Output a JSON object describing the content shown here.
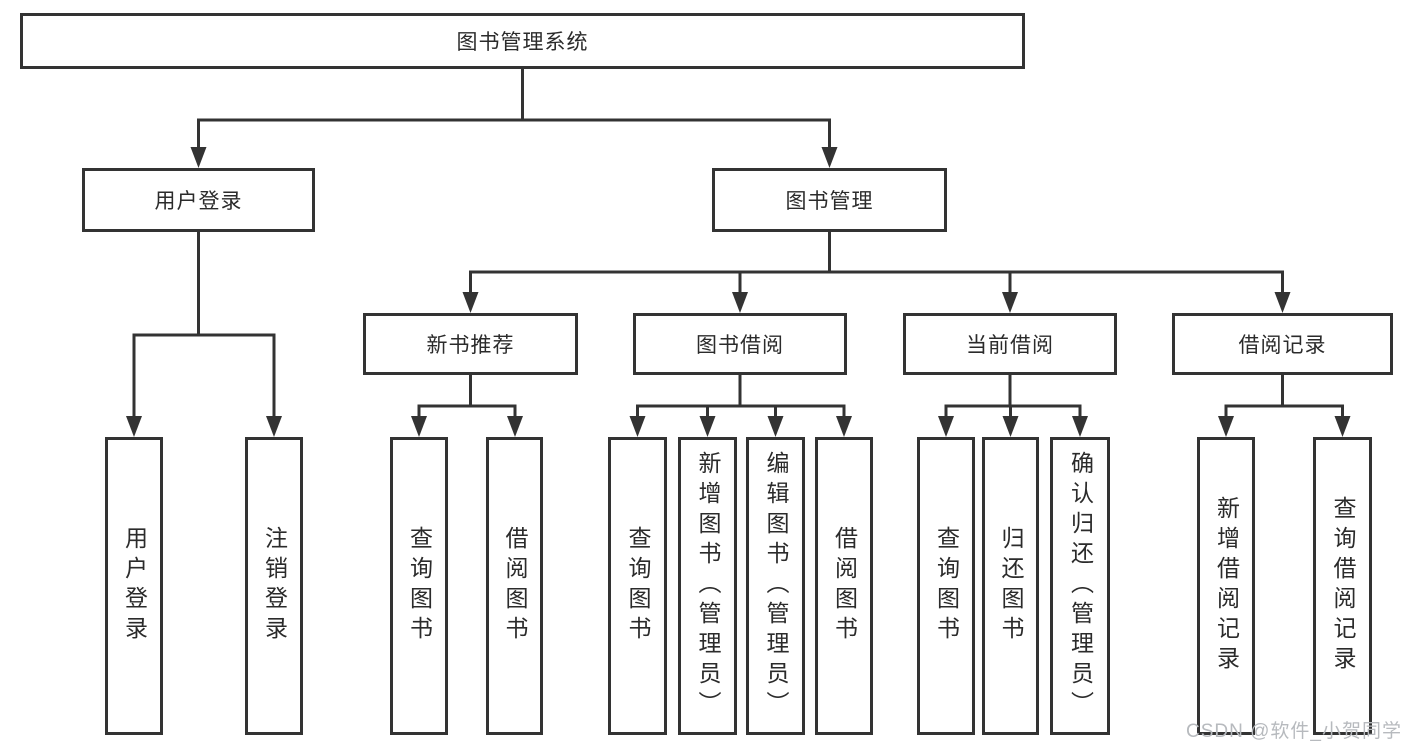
{
  "diagram_type": "functional-structure-tree",
  "colors": {
    "line": "#333333",
    "box_border": "#333333",
    "box_fill": "#ffffff",
    "text": "#2b2b2b",
    "background": "#ffffff",
    "watermark": "#b7babe"
  },
  "watermark": "CSDN @软件_小贺同学",
  "tree": {
    "label": "图书管理系统",
    "children": [
      {
        "label": "用户登录",
        "children": [
          {
            "label": "用户登录"
          },
          {
            "label": "注销登录"
          }
        ]
      },
      {
        "label": "图书管理",
        "children": [
          {
            "label": "新书推荐",
            "children": [
              {
                "label": "查询图书"
              },
              {
                "label": "借阅图书"
              }
            ]
          },
          {
            "label": "图书借阅",
            "children": [
              {
                "label": "查询图书"
              },
              {
                "label": "新增图书（管理员）"
              },
              {
                "label": "编辑图书（管理员）"
              },
              {
                "label": "借阅图书"
              }
            ]
          },
          {
            "label": "当前借阅",
            "children": [
              {
                "label": "查询图书"
              },
              {
                "label": "归还图书"
              },
              {
                "label": "确认归还（管理员）"
              }
            ]
          },
          {
            "label": "借阅记录",
            "children": [
              {
                "label": "新增借阅记录"
              },
              {
                "label": "查询借阅记录"
              }
            ]
          }
        ]
      }
    ]
  }
}
